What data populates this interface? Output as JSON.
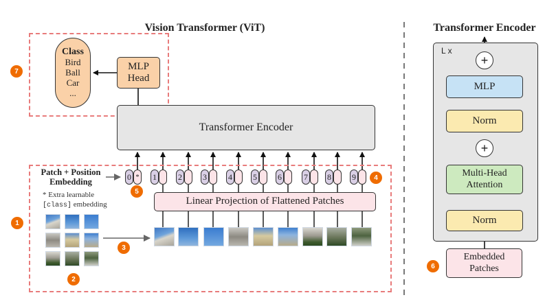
{
  "vit": {
    "title": "Vision Transformer (ViT)",
    "class_box": {
      "heading": "Class",
      "items": [
        "Bird",
        "Ball",
        "Car",
        "..."
      ]
    },
    "mlp_head": {
      "line1": "MLP",
      "line2": "Head"
    },
    "encoder_label": "Transformer Encoder",
    "linear_projection": "Linear Projection of Flattened Patches",
    "patch_position": {
      "line1": "Patch + Position",
      "line2": "Embedding"
    },
    "note": {
      "line1": "* Extra learnable",
      "code": "[class]",
      "rest": " embedding"
    },
    "tokens": [
      "0",
      "1",
      "2",
      "3",
      "4",
      "5",
      "6",
      "7",
      "8",
      "9"
    ],
    "class_token_marker": "*"
  },
  "encoder_detail": {
    "title": "Transformer Encoder",
    "repeat_label": "L x",
    "plus": "+",
    "mlp": "MLP",
    "norm_top": "Norm",
    "attention": {
      "line1": "Multi-Head",
      "line2": "Attention"
    },
    "norm_bottom": "Norm",
    "embedded": {
      "line1": "Embedded",
      "line2": "Patches"
    }
  },
  "badges": [
    "1",
    "2",
    "3",
    "4",
    "5",
    "6",
    "7"
  ],
  "colors": {
    "class_fill": "#fad1a8",
    "mlp_head_fill": "#fad1a8",
    "encoder_fill": "#e6e6e6",
    "projection_fill": "#fce4e8",
    "pos_token_fill": "#d9cfe5",
    "mlp_fill": "#c6e2f5",
    "norm_fill": "#fbeab0",
    "attention_fill": "#cdeabf",
    "embedded_fill": "#fce4e8",
    "badge": "#ef6c00",
    "dash": "#e87b7b"
  }
}
